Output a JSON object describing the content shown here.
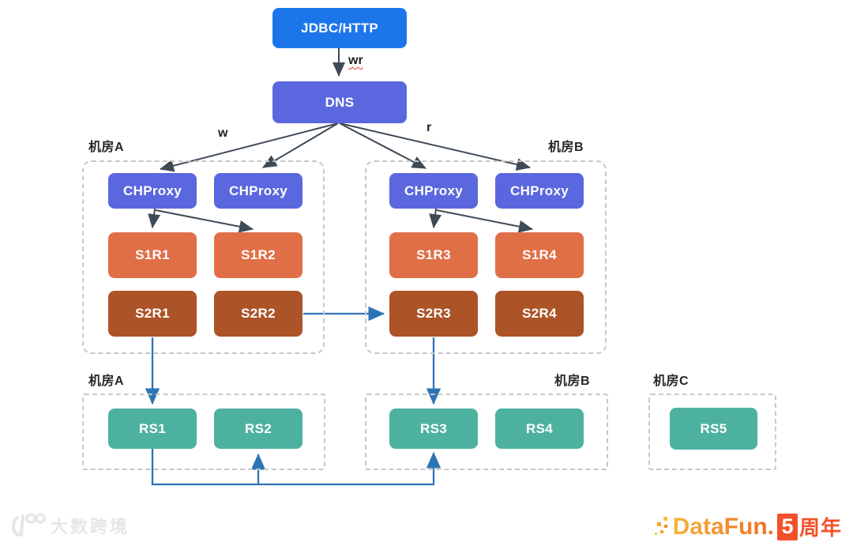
{
  "diagram": {
    "nodes": {
      "jdbc": {
        "label": "JDBC/HTTP"
      },
      "dns": {
        "label": "DNS"
      },
      "chproxy_a1": {
        "label": "CHProxy"
      },
      "chproxy_a2": {
        "label": "CHProxy"
      },
      "chproxy_b1": {
        "label": "CHProxy"
      },
      "chproxy_b2": {
        "label": "CHProxy"
      },
      "s1r1": {
        "label": "S1R1"
      },
      "s1r2": {
        "label": "S1R2"
      },
      "s1r3": {
        "label": "S1R3"
      },
      "s1r4": {
        "label": "S1R4"
      },
      "s2r1": {
        "label": "S2R1"
      },
      "s2r2": {
        "label": "S2R2"
      },
      "s2r3": {
        "label": "S2R3"
      },
      "s2r4": {
        "label": "S2R4"
      },
      "rs1": {
        "label": "RS1"
      },
      "rs2": {
        "label": "RS2"
      },
      "rs3": {
        "label": "RS3"
      },
      "rs4": {
        "label": "RS4"
      },
      "rs5": {
        "label": "RS5"
      }
    },
    "groups": {
      "dc_a_top": {
        "label": "机房A"
      },
      "dc_b_top": {
        "label": "机房B"
      },
      "dc_a_bottom": {
        "label": "机房A"
      },
      "dc_b_bottom": {
        "label": "机房B"
      },
      "dc_c_bottom": {
        "label": "机房C"
      }
    },
    "edge_labels": {
      "wr": "wr",
      "w": "w",
      "r": "r"
    },
    "colors": {
      "jdbc_blue": "#1d76e9",
      "dns_chproxy_indigo": "#5b67de",
      "shard1_orange": "#e06f48",
      "shard2_rust": "#ad5328",
      "rs_teal": "#4db1a0",
      "dark_arrow": "#3e4a56",
      "blue_arrow": "#2e74b5",
      "dashed_border": "#c7c7c7",
      "datafun_red": "#f3512a",
      "datafun_orange": "#ee6c23"
    }
  },
  "watermarks": {
    "left_text": "大数跨境",
    "datafun_word": "DataFun.",
    "datafun_badge": "5",
    "datafun_suffix": "周年"
  }
}
